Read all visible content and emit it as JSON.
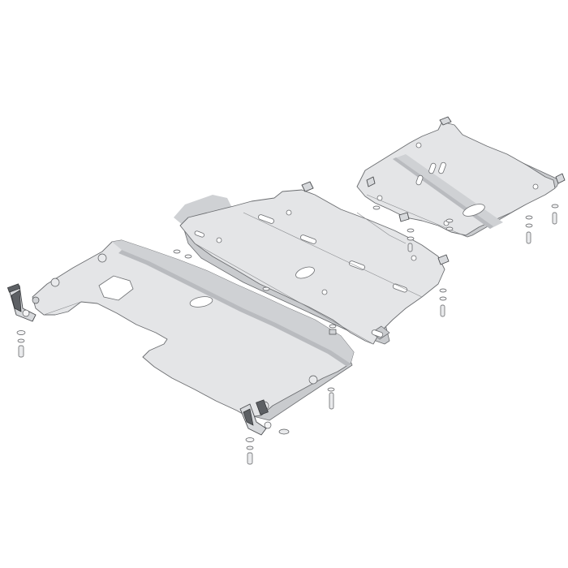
{
  "figure": {
    "parts": [
      {
        "id": "front-skid-plate"
      },
      {
        "id": "middle-skid-plate"
      },
      {
        "id": "rear-skid-plate"
      }
    ],
    "colors": {
      "background": "#ffffff",
      "plate_fill": "#e4e5e7",
      "plate_outline": "#6b6d70",
      "reinforcement_band": "#cfd1d4",
      "bracket_fill": "#d7d9dc"
    },
    "fastener_stacks": 10
  }
}
